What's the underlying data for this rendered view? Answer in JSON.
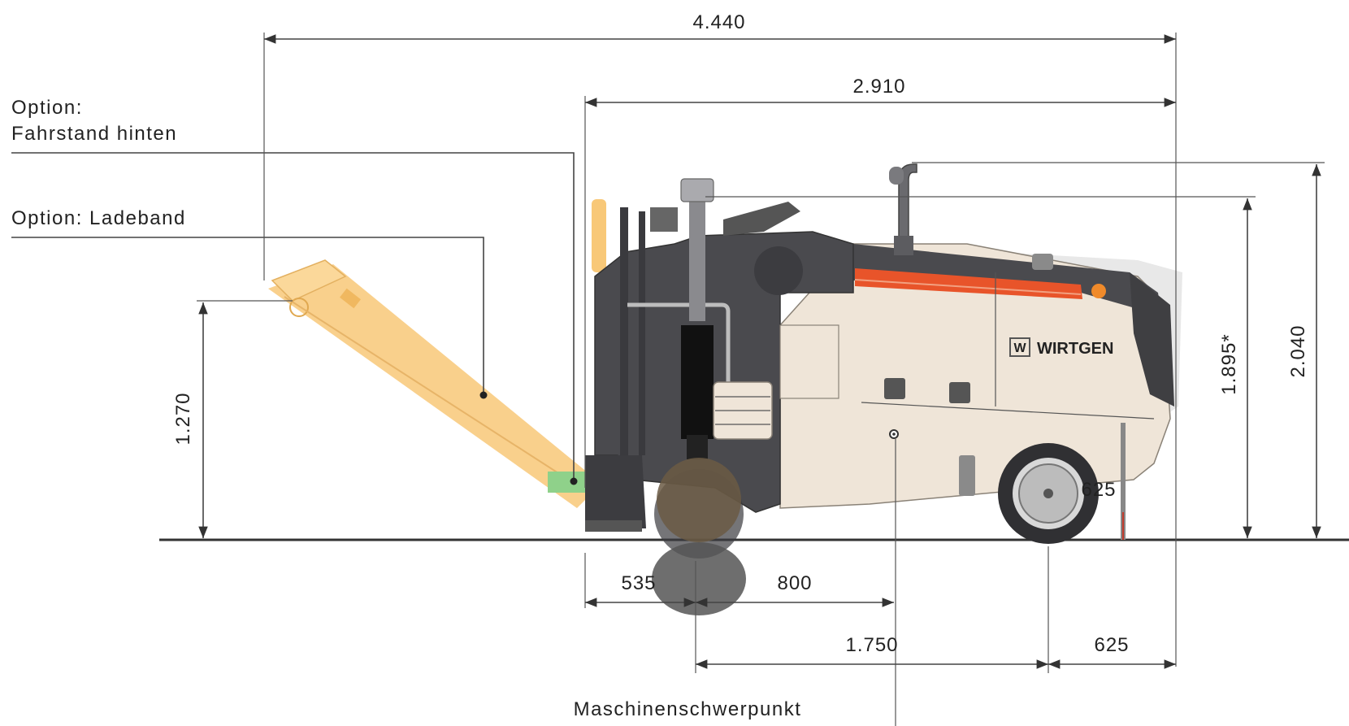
{
  "dimensions": {
    "overall_length": "4.440",
    "machine_length": "2.910",
    "conveyor_height": "1.270",
    "height_cab": "1.895*",
    "height_total": "2.040",
    "front_overhang": "535",
    "drum_to_cog": "800",
    "drum_to_rear_wheel": "1.750",
    "rear_overhang": "625",
    "wheel_label": "625"
  },
  "labels": {
    "option_1_line1": "Option:",
    "option_1_line2": "Fahrstand hinten",
    "option_2": "Option: Ladeband",
    "center_of_gravity": "Maschinenschwerpunkt"
  },
  "brand": {
    "logo_letter": "W",
    "name": "WIRTGEN"
  },
  "colors": {
    "conveyor": "#f8c878",
    "body": "#efe5d8",
    "frame": "#4a4a4e",
    "stripe": "#e8542a",
    "option_marker": "#8fd18a"
  }
}
